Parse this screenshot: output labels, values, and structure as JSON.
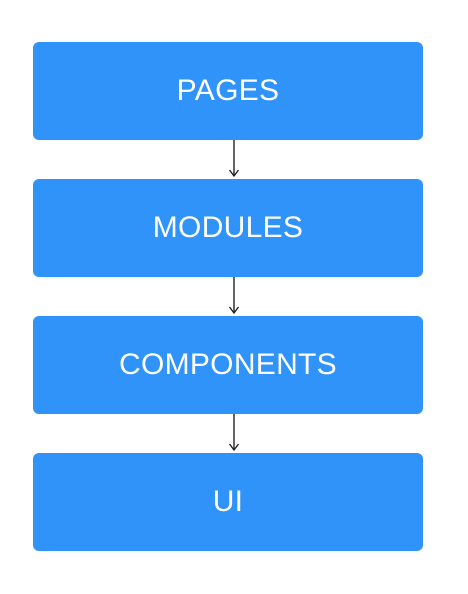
{
  "diagram": {
    "layers": [
      {
        "label": "PAGES"
      },
      {
        "label": "MODULES"
      },
      {
        "label": "COMPONENTS"
      },
      {
        "label": "UI"
      }
    ]
  },
  "colors": {
    "box_fill": "#2f93f9",
    "box_text": "#ffffff",
    "arrow": "#222222",
    "background": "#ffffff"
  }
}
